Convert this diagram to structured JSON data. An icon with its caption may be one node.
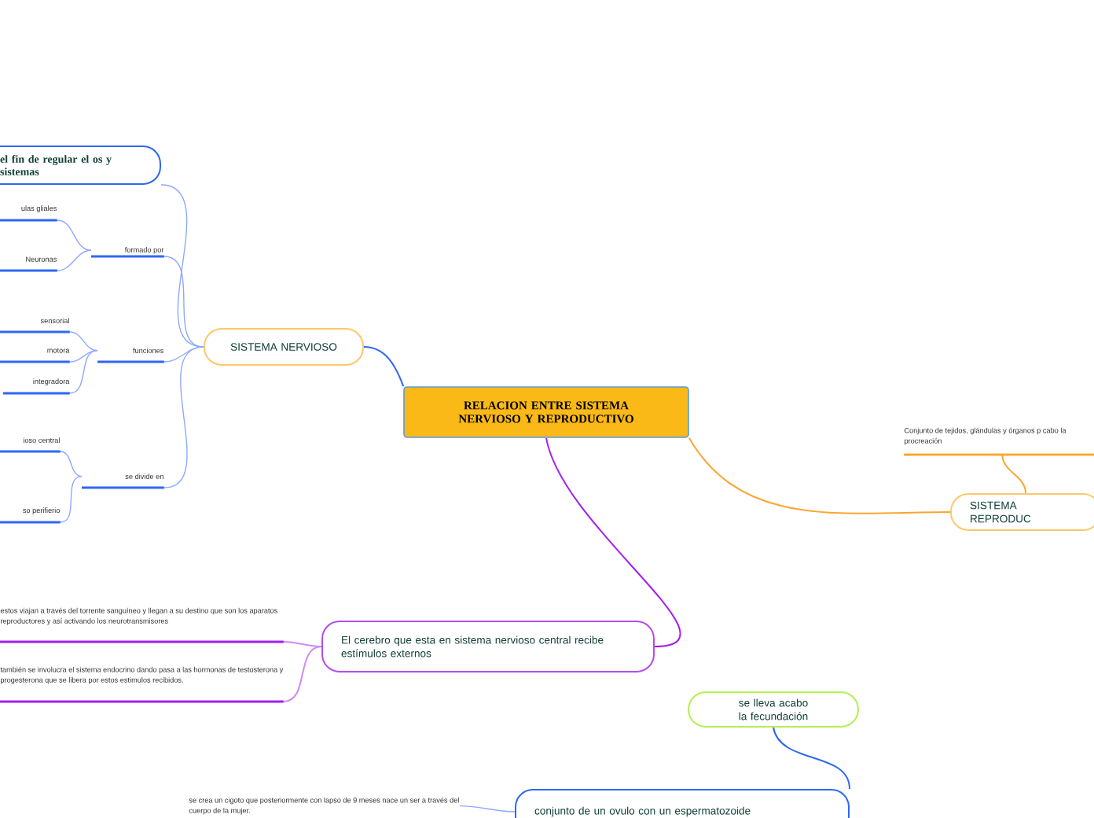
{
  "diagram": {
    "nodes": [
      {
        "text": [
          "RELACION ENTRE SISTEMA NERVIOSO Y REPRODUCTIVO"
        ]
      },
      {
        "text": [
          "SISTEMA NERVIOSO"
        ]
      },
      {
        "text": [
          "el fin de regular el os y sistemas"
        ]
      },
      {
        "text": [
          "formado por"
        ]
      },
      {
        "text": [
          "ulas gliales"
        ]
      },
      {
        "text": [
          "Neuronas"
        ]
      },
      {
        "text": [
          "funciones"
        ]
      },
      {
        "text": [
          "sensorial"
        ]
      },
      {
        "text": [
          "motora"
        ]
      },
      {
        "text": [
          "integradora"
        ]
      },
      {
        "text": [
          "se divide en"
        ]
      },
      {
        "text": [
          "ioso central"
        ]
      },
      {
        "text": [
          "so perifierio"
        ]
      },
      {
        "text": [
          "SISTEMA REPRODUC"
        ]
      },
      {
        "text": [
          "Conjunto de tejidos, glándulas y órganos p cabo la procreación"
        ]
      },
      {
        "text": [
          "El cerebro que esta en sistema nervioso central recibe estímulos externos"
        ]
      },
      {
        "text": [
          "estos viajan a través del torrente sanguíneo y llegan a su destino que son los aparatos reproductores y así activando los neurotransmisores"
        ]
      },
      {
        "text": [
          "también se involucra el sistema endocrino dando pasa a las hormonas de testosterona y progesterona que se libera por estos estimulos recibidos."
        ]
      },
      {
        "text": [
          "se lleva acabo la fecundación"
        ]
      },
      {
        "text": [
          "conjunto de un ovulo con un espermatozoide"
        ]
      },
      {
        "text": [
          "se crea un cigoto que posteriormente con lapso de 9 meses nace un ser a través  del cuerpo de la mujer."
        ]
      }
    ],
    "edges": [
      {
        "from": 0,
        "to": 1,
        "arrow": "none",
        "color": "#2f66f5"
      },
      {
        "from": 0,
        "to": 13,
        "arrow": "none",
        "color": "#fba52e"
      },
      {
        "from": 0,
        "to": 15,
        "arrow": "none",
        "color": "#a020f0"
      },
      {
        "from": 1,
        "to": 2,
        "arrow": "none"
      },
      {
        "from": 1,
        "to": 3,
        "arrow": "none"
      },
      {
        "from": 3,
        "to": 4,
        "arrow": "none"
      },
      {
        "from": 3,
        "to": 5,
        "arrow": "none"
      },
      {
        "from": 1,
        "to": 6,
        "arrow": "none"
      },
      {
        "from": 6,
        "to": 7,
        "arrow": "none"
      },
      {
        "from": 6,
        "to": 8,
        "arrow": "none"
      },
      {
        "from": 6,
        "to": 9,
        "arrow": "none"
      },
      {
        "from": 1,
        "to": 10,
        "arrow": "none"
      },
      {
        "from": 10,
        "to": 11,
        "arrow": "none"
      },
      {
        "from": 10,
        "to": 12,
        "arrow": "none"
      },
      {
        "from": 13,
        "to": 14,
        "arrow": "none",
        "color": "#fba52e"
      },
      {
        "from": 15,
        "to": 16,
        "arrow": "none",
        "color": "#d08af5"
      },
      {
        "from": 15,
        "to": 17,
        "arrow": "none",
        "color": "#d08af5"
      },
      {
        "from": 18,
        "to": 19,
        "arrow": "none",
        "color": "#2f66f5"
      },
      {
        "from": 19,
        "to": 20,
        "arrow": "none"
      }
    ]
  }
}
